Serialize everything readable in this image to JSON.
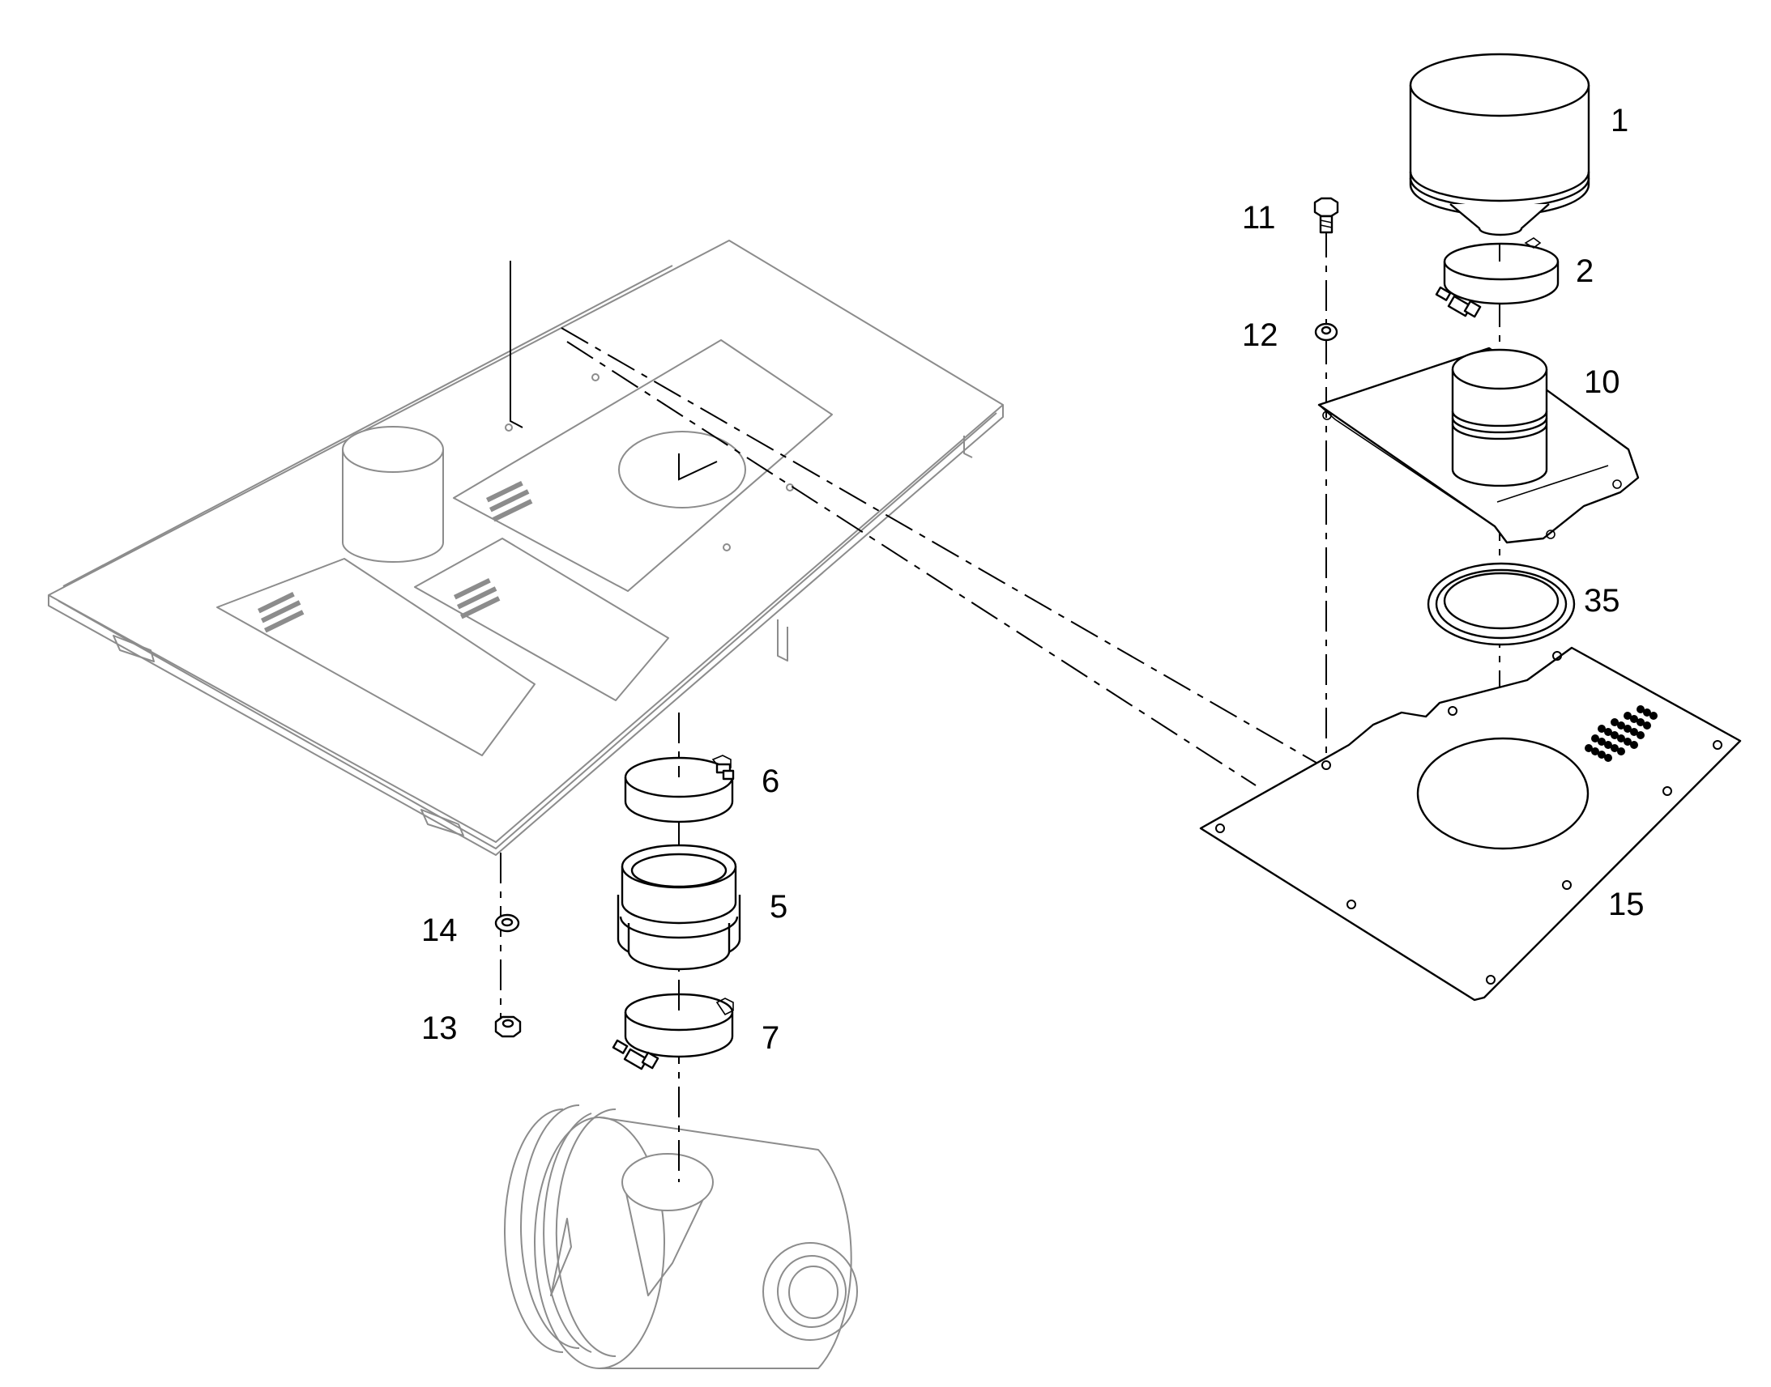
{
  "labels": {
    "l1": "1",
    "l2": "2",
    "l5": "5",
    "l6": "6",
    "l7": "7",
    "l10": "10",
    "l11": "11",
    "l12": "12",
    "l13": "13",
    "l14": "14",
    "l15": "15",
    "l35": "35"
  }
}
